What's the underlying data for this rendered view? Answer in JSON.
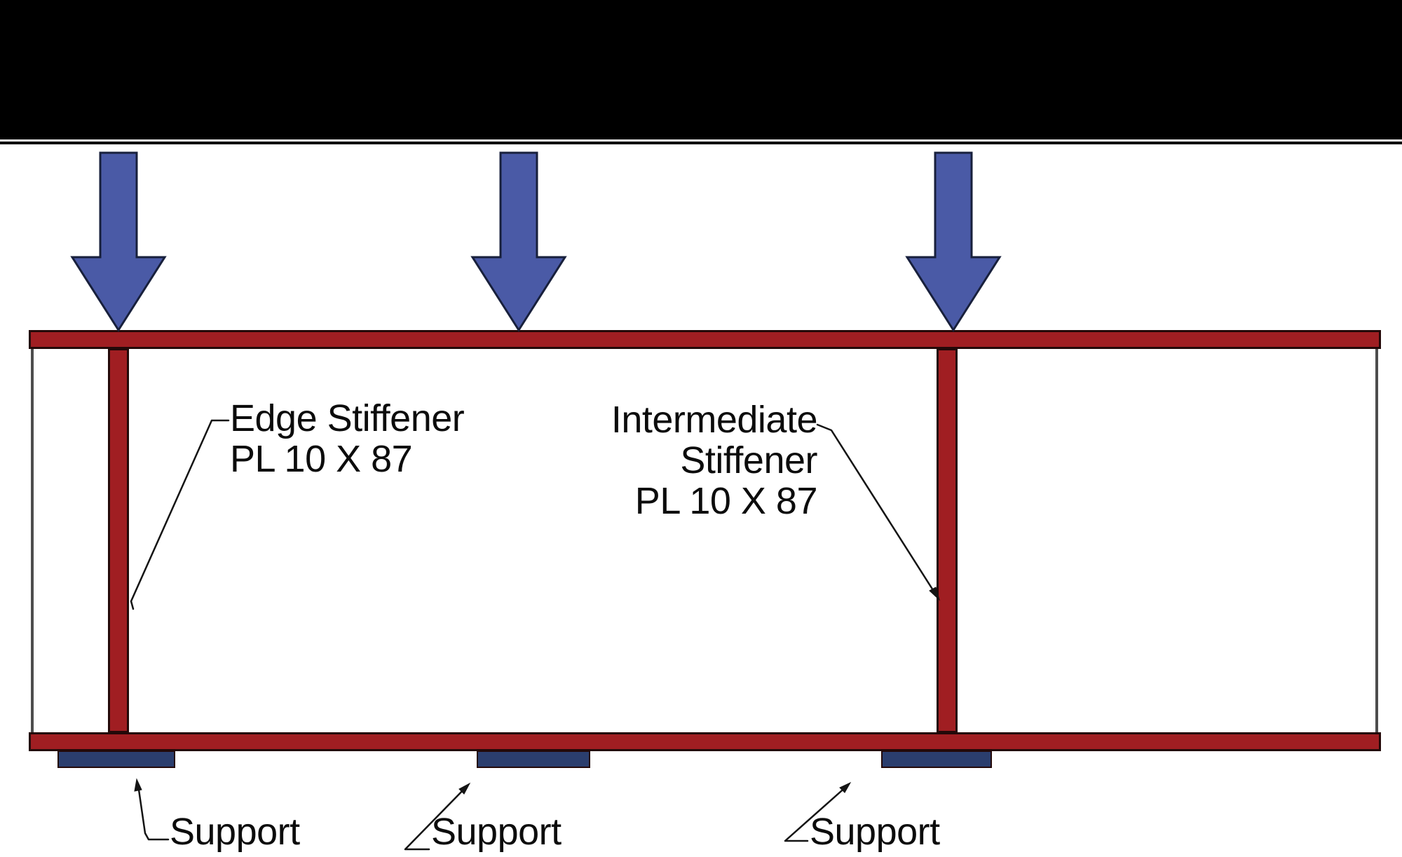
{
  "colors": {
    "bar_black": "#000000",
    "beam_red": "#A01E22",
    "outline_dark": "#230909",
    "web_edge_gray": "#4d4d4d",
    "arrow_blue": "#4A5AA6",
    "arrow_outline": "#18203C",
    "support_blue": "#2B3E6E",
    "leader_black": "#141414",
    "text_black": "#0c0c0c"
  },
  "labels": {
    "edge_stiffener": {
      "line1": "Edge Stiffener",
      "line2": "PL 10 X 87"
    },
    "intermediate_stiffener": {
      "line1": "Intermediate",
      "line2": "Stiffener",
      "line3": "PL 10 X 87"
    },
    "supports": [
      "Support",
      "Support",
      "Support"
    ]
  }
}
